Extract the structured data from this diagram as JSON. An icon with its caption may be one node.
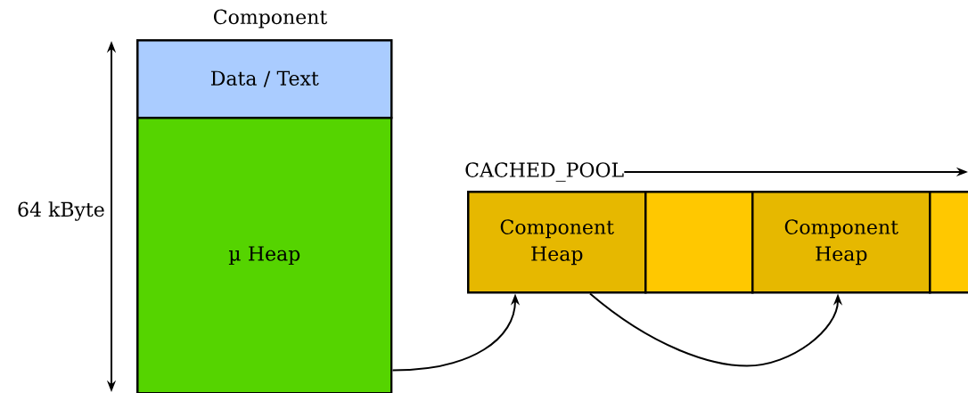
{
  "diagram": {
    "nodes": [
      {
        "text": [
          "Data / Text"
        ]
      },
      {
        "text": [
          "µ Heap"
        ]
      },
      {
        "text": [
          "CACHED_POOL"
        ]
      },
      {
        "text": [
          "Component Heap"
        ]
      },
      {
        "text": [],
        "shape": "box"
      },
      {
        "text": [
          "Component Heap"
        ]
      },
      {
        "text": [],
        "shape": "box"
      }
    ],
    "edges": [
      {
        "from": 1,
        "to": 3,
        "arrow": "to"
      },
      {
        "from": 3,
        "to": 5,
        "arrow": "to"
      },
      {
        "from": 2,
        "to": null,
        "arrow": "to"
      }
    ],
    "labels": [
      "Component",
      "64 kByte"
    ]
  }
}
